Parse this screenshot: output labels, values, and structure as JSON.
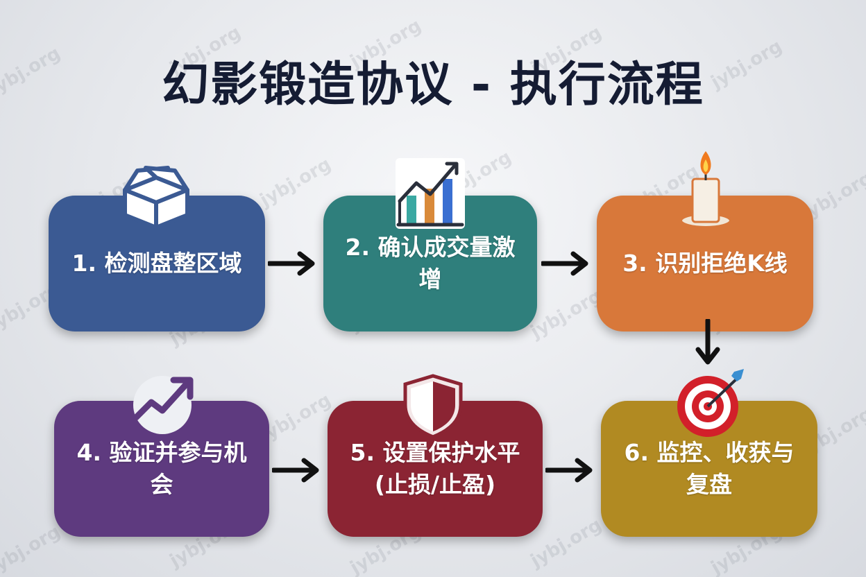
{
  "title": "幻影锻造协议 - 执行流程",
  "watermark": "jybj.org",
  "steps": [
    {
      "label": "1. 检测盘整区域",
      "color": "#3b5a93",
      "icon": "box-icon"
    },
    {
      "label": "2. 确认成交量激增",
      "color": "#2f7f7c",
      "icon": "bar-chart-icon"
    },
    {
      "label": "3. 识别拒绝K线",
      "color": "#d8783a",
      "icon": "candle-icon"
    },
    {
      "label": "4. 验证并参与机会",
      "color": "#5e3a7f",
      "icon": "trend-up-icon"
    },
    {
      "label": "5. 设置保护水平 (止损/止盈)",
      "color": "#8b2433",
      "icon": "shield-icon"
    },
    {
      "label": "6. 监控、收获与复盘",
      "color": "#b18a22",
      "icon": "target-icon"
    }
  ]
}
